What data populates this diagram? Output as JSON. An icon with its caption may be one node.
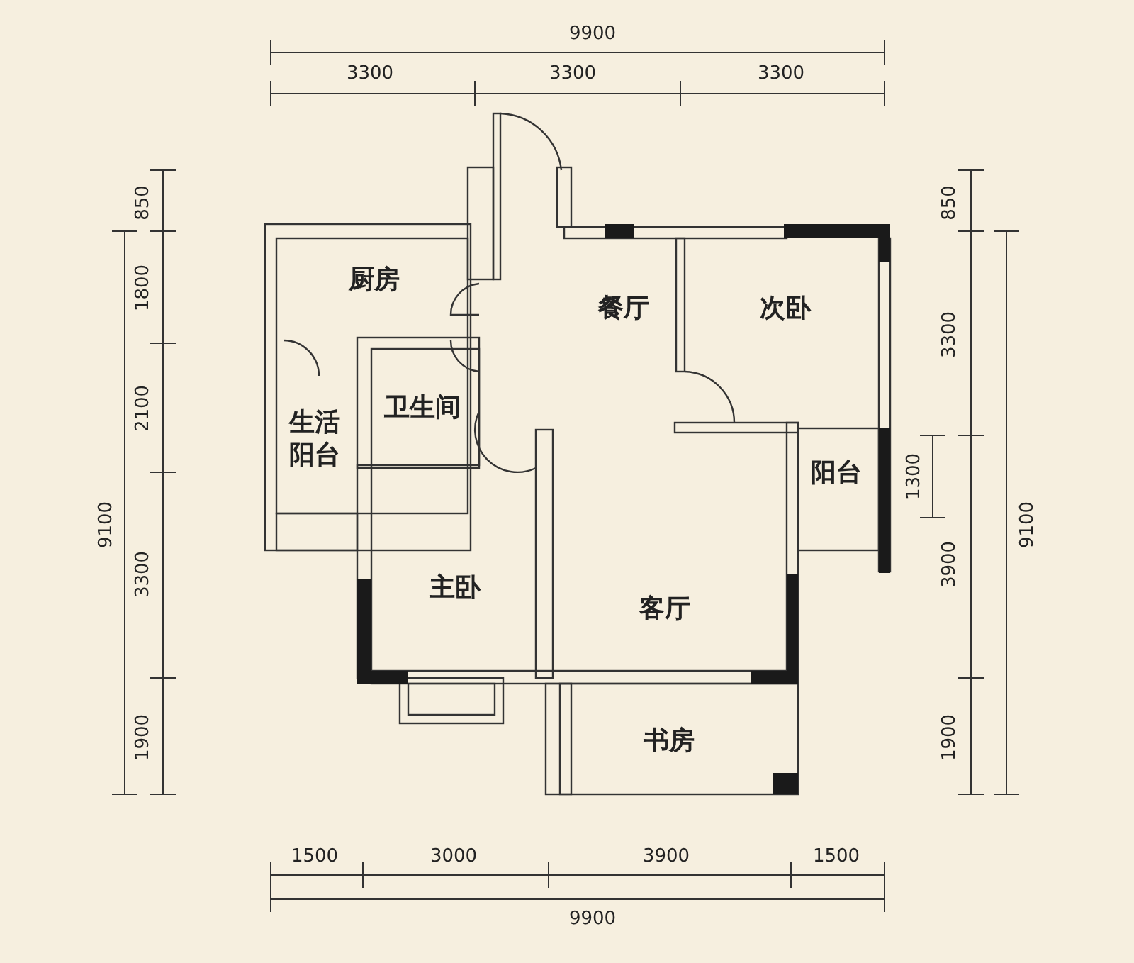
{
  "diagram": {
    "nodes": [
      {
        "text": [
          "厨房"
        ]
      },
      {
        "text": [
          "餐厅"
        ]
      },
      {
        "text": [
          "次卧"
        ]
      },
      {
        "text": [
          "生活阳台"
        ]
      },
      {
        "text": [
          "卫生间"
        ]
      },
      {
        "text": [
          "阳台"
        ]
      },
      {
        "text": [
          "主卧"
        ]
      },
      {
        "text": [
          "客厅"
        ]
      },
      {
        "text": [
          "书房"
        ]
      }
    ],
    "labels": [
      "9900",
      "3300",
      "3300",
      "3300",
      "850",
      "1800",
      "2100",
      "9100",
      "3300",
      "1900",
      "850",
      "3300",
      "1300",
      "3900",
      "9100",
      "1900",
      "1500",
      "3000",
      "3900",
      "1500",
      "9900"
    ]
  }
}
